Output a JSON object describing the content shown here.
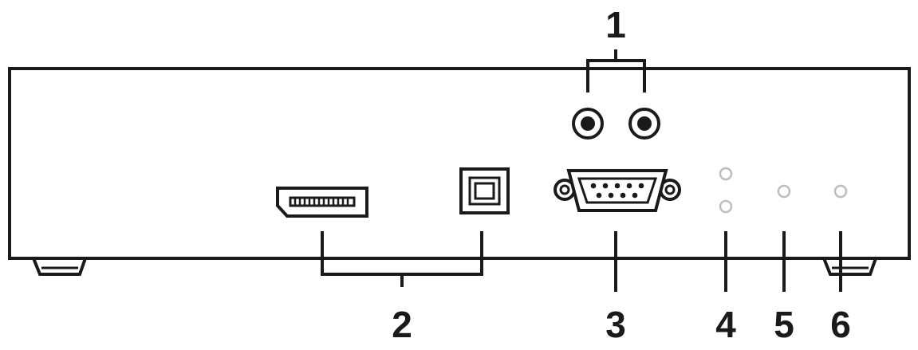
{
  "diagram": {
    "callouts": [
      {
        "id": "1",
        "label": "1",
        "target": "audio-jacks"
      },
      {
        "id": "2",
        "label": "2",
        "target": "displayport-and-usb-b"
      },
      {
        "id": "3",
        "label": "3",
        "target": "serial-port"
      },
      {
        "id": "4",
        "label": "4",
        "target": "dual-led"
      },
      {
        "id": "5",
        "label": "5",
        "target": "single-led"
      },
      {
        "id": "6",
        "label": "6",
        "target": "single-led"
      }
    ],
    "colors": {
      "line": "#1a1a1a",
      "panel": "#ffffff",
      "led": "#bdbdbd"
    }
  }
}
